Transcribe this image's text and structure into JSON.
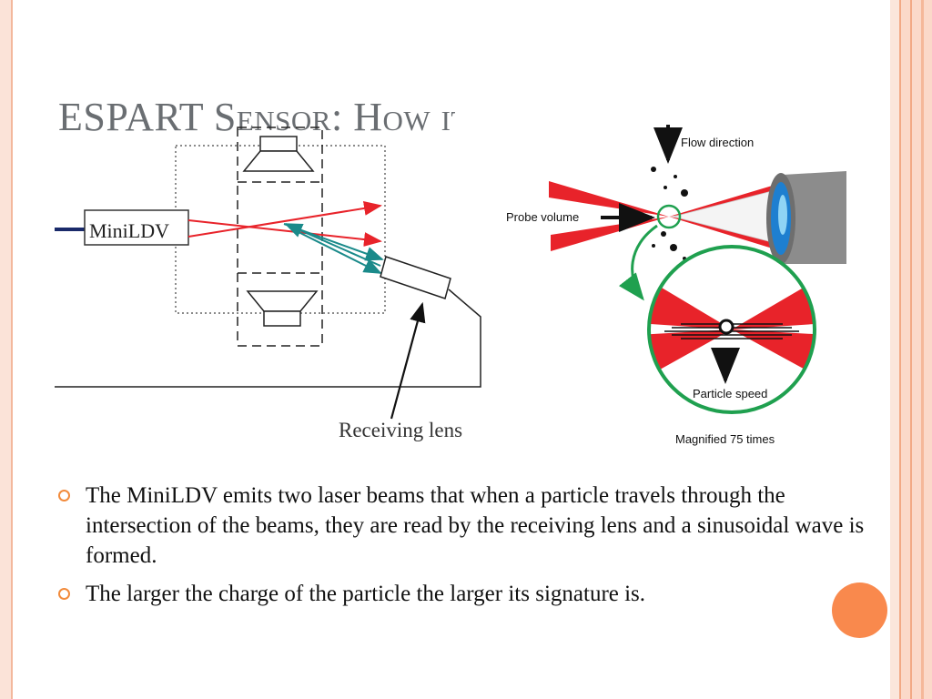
{
  "slide": {
    "title_part1": "ESPART ",
    "title_part2": "Sensor",
    "title_part3": ": ",
    "title_part4": "How it Works"
  },
  "diagram_left": {
    "device_label": "MiniLDV",
    "receiver_label": "Receiving lens"
  },
  "diagram_right": {
    "flow_label": "Flow direction",
    "probe_label": "Probe volume",
    "speed_label": "Particle speed",
    "magnified_label": "Magnified 75 times"
  },
  "bullets": [
    "The MiniLDV emits two laser beams that when a particle travels through the intersection of the beams, they are read by the receiving lens and a sinusoidal wave is formed.",
    "The larger the charge of the particle the larger its signature is."
  ],
  "colors": {
    "accent": "#f28b3c",
    "laser_red": "#e8232a",
    "teal": "#1a8a8a",
    "green": "#1fa04f",
    "title_gray": "#6a6e72"
  }
}
